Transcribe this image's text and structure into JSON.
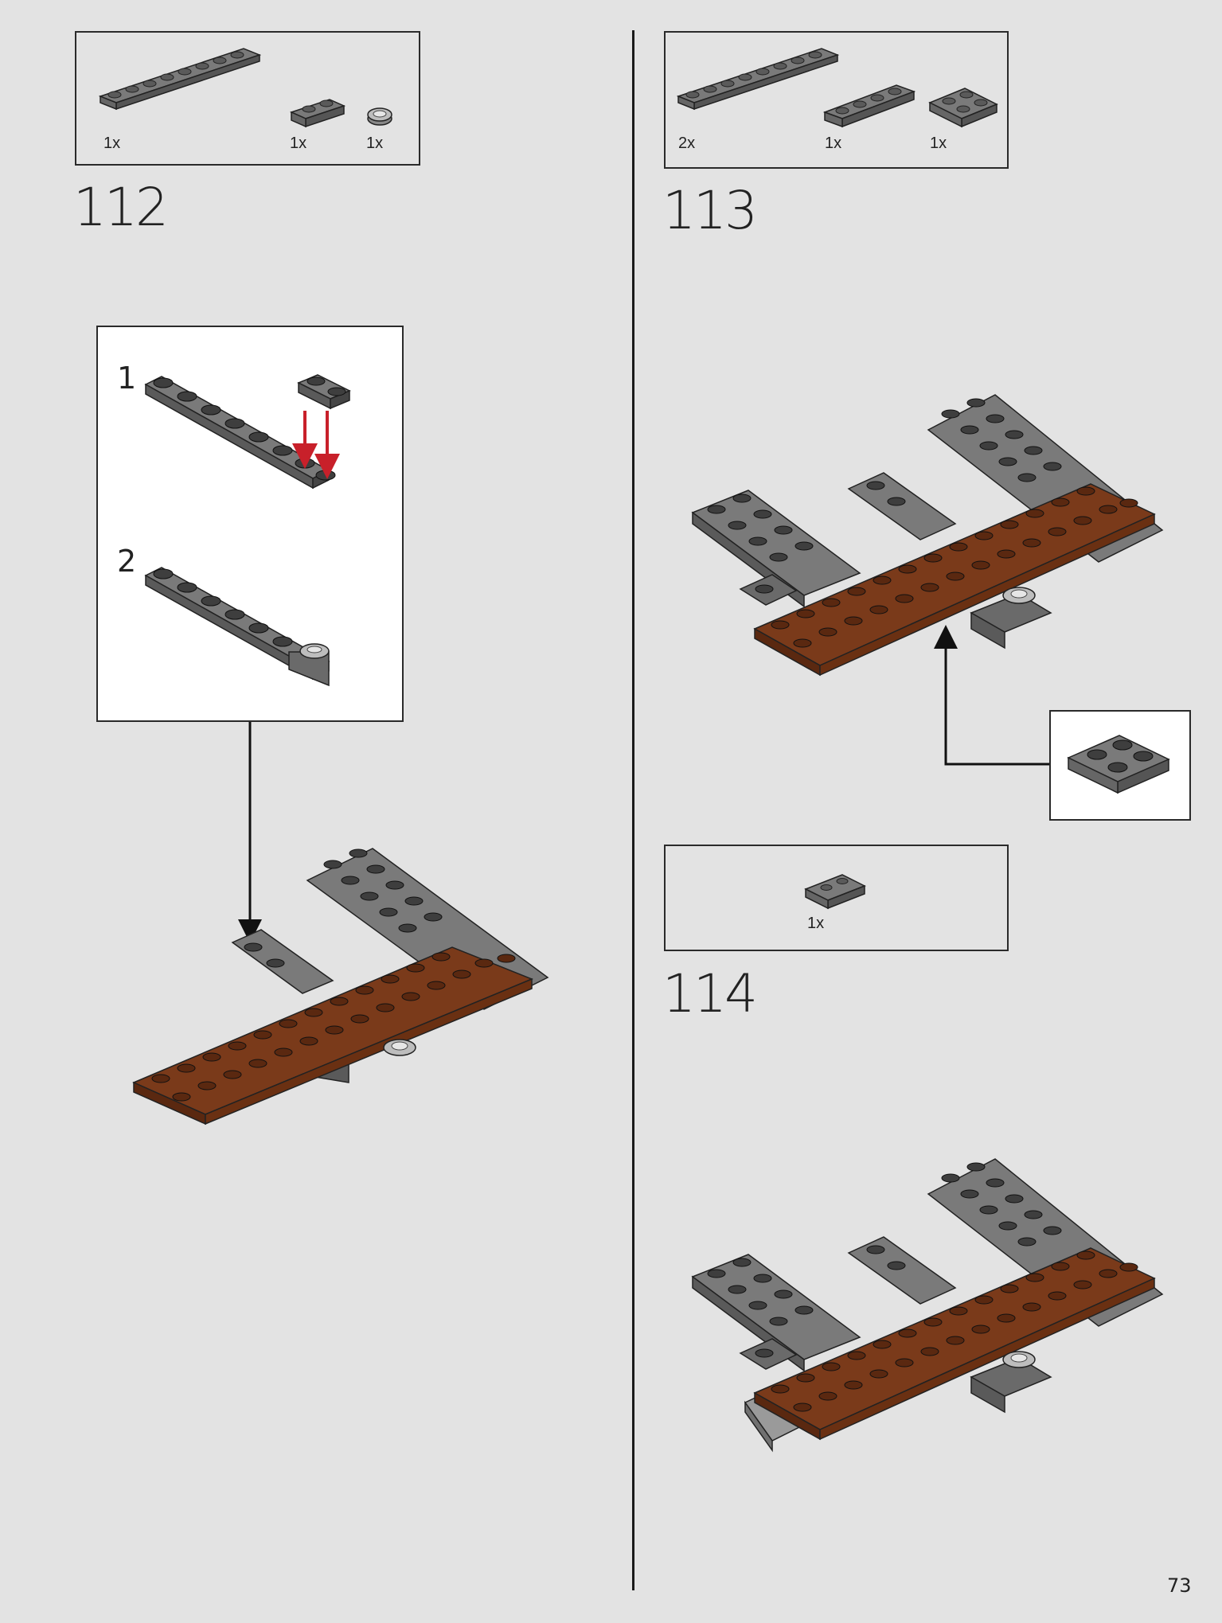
{
  "page_number": "73",
  "steps": [
    {
      "number": "112",
      "parts": [
        {
          "qty": "1x",
          "icon": "plate-1x8-dark-gray"
        },
        {
          "qty": "1x",
          "icon": "plate-1x2-dark-gray"
        },
        {
          "qty": "1x",
          "icon": "round-tile-1x1-light-gray"
        }
      ],
      "substeps": [
        {
          "number": "1"
        },
        {
          "number": "2"
        }
      ]
    },
    {
      "number": "113",
      "parts": [
        {
          "qty": "2x",
          "icon": "plate-1x8-dark-gray"
        },
        {
          "qty": "1x",
          "icon": "plate-1x4-dark-gray"
        },
        {
          "qty": "1x",
          "icon": "plate-2x2-dark-gray"
        }
      ]
    },
    {
      "number": "114",
      "parts": [
        {
          "qty": "1x",
          "icon": "tile-1x2-grille-dark-gray"
        }
      ]
    }
  ],
  "colors": {
    "dark_gray": "#6b6b6b",
    "stud_gray": "#3e3e3e",
    "brown": "#7a3a1a",
    "light_gray": "#a0a0a0",
    "arrow_red": "#c8202a"
  }
}
